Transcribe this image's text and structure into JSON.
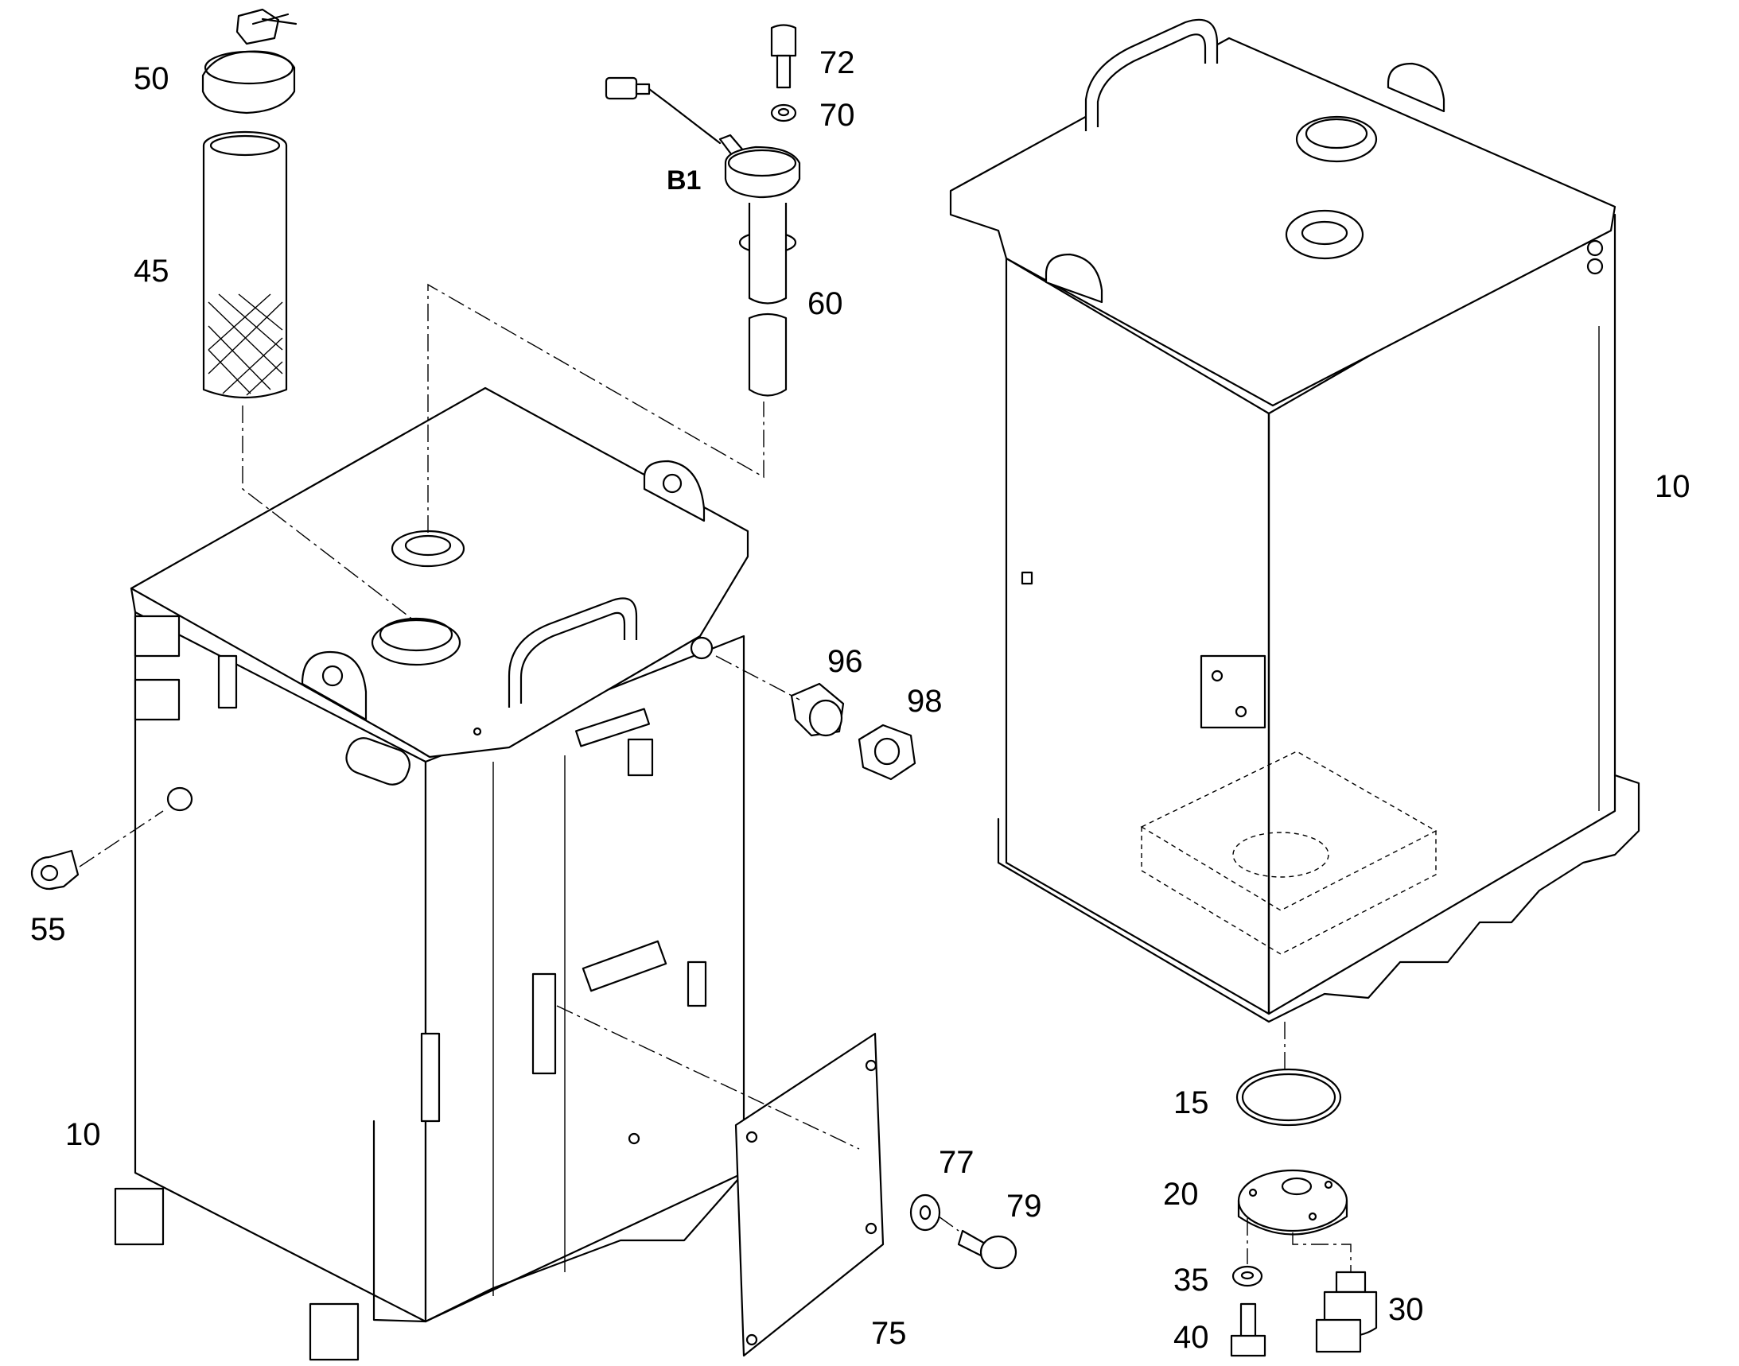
{
  "diagram": {
    "labels": {
      "p10_left": "10",
      "p10_right": "10",
      "p15": "15",
      "p20": "20",
      "p30": "30",
      "p35": "35",
      "p40": "40",
      "p45": "45",
      "p50": "50",
      "p55": "55",
      "p60": "60",
      "p70": "70",
      "p72": "72",
      "p75": "75",
      "p77": "77",
      "p79": "79",
      "p96": "96",
      "p98": "98",
      "b1": "B1"
    }
  }
}
